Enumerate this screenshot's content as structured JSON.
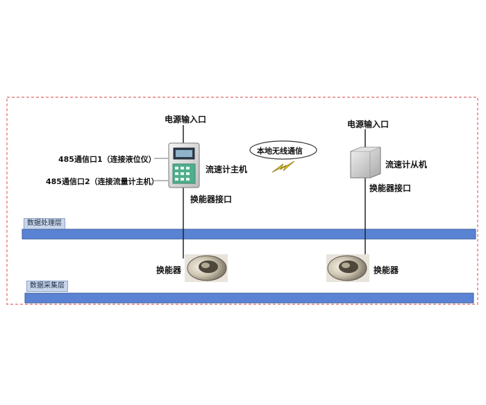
{
  "diagram": {
    "master": {
      "power_input": "电源输入口",
      "port1": "485通信口1（连接液位仪）",
      "port2": "485通信口2（连接流量计主机）",
      "device_name": "流速计主机",
      "transducer_port": "换能器接口"
    },
    "wireless": {
      "label": "本地无线通信"
    },
    "slave": {
      "power_input": "电源输入口",
      "device_name": "流速计从机",
      "transducer_port": "换能器接口"
    },
    "layers": {
      "processing": "数据处理层",
      "collection": "数据采集层"
    },
    "transducer_left_label": "换能器",
    "transducer_right_label": "换能器"
  }
}
